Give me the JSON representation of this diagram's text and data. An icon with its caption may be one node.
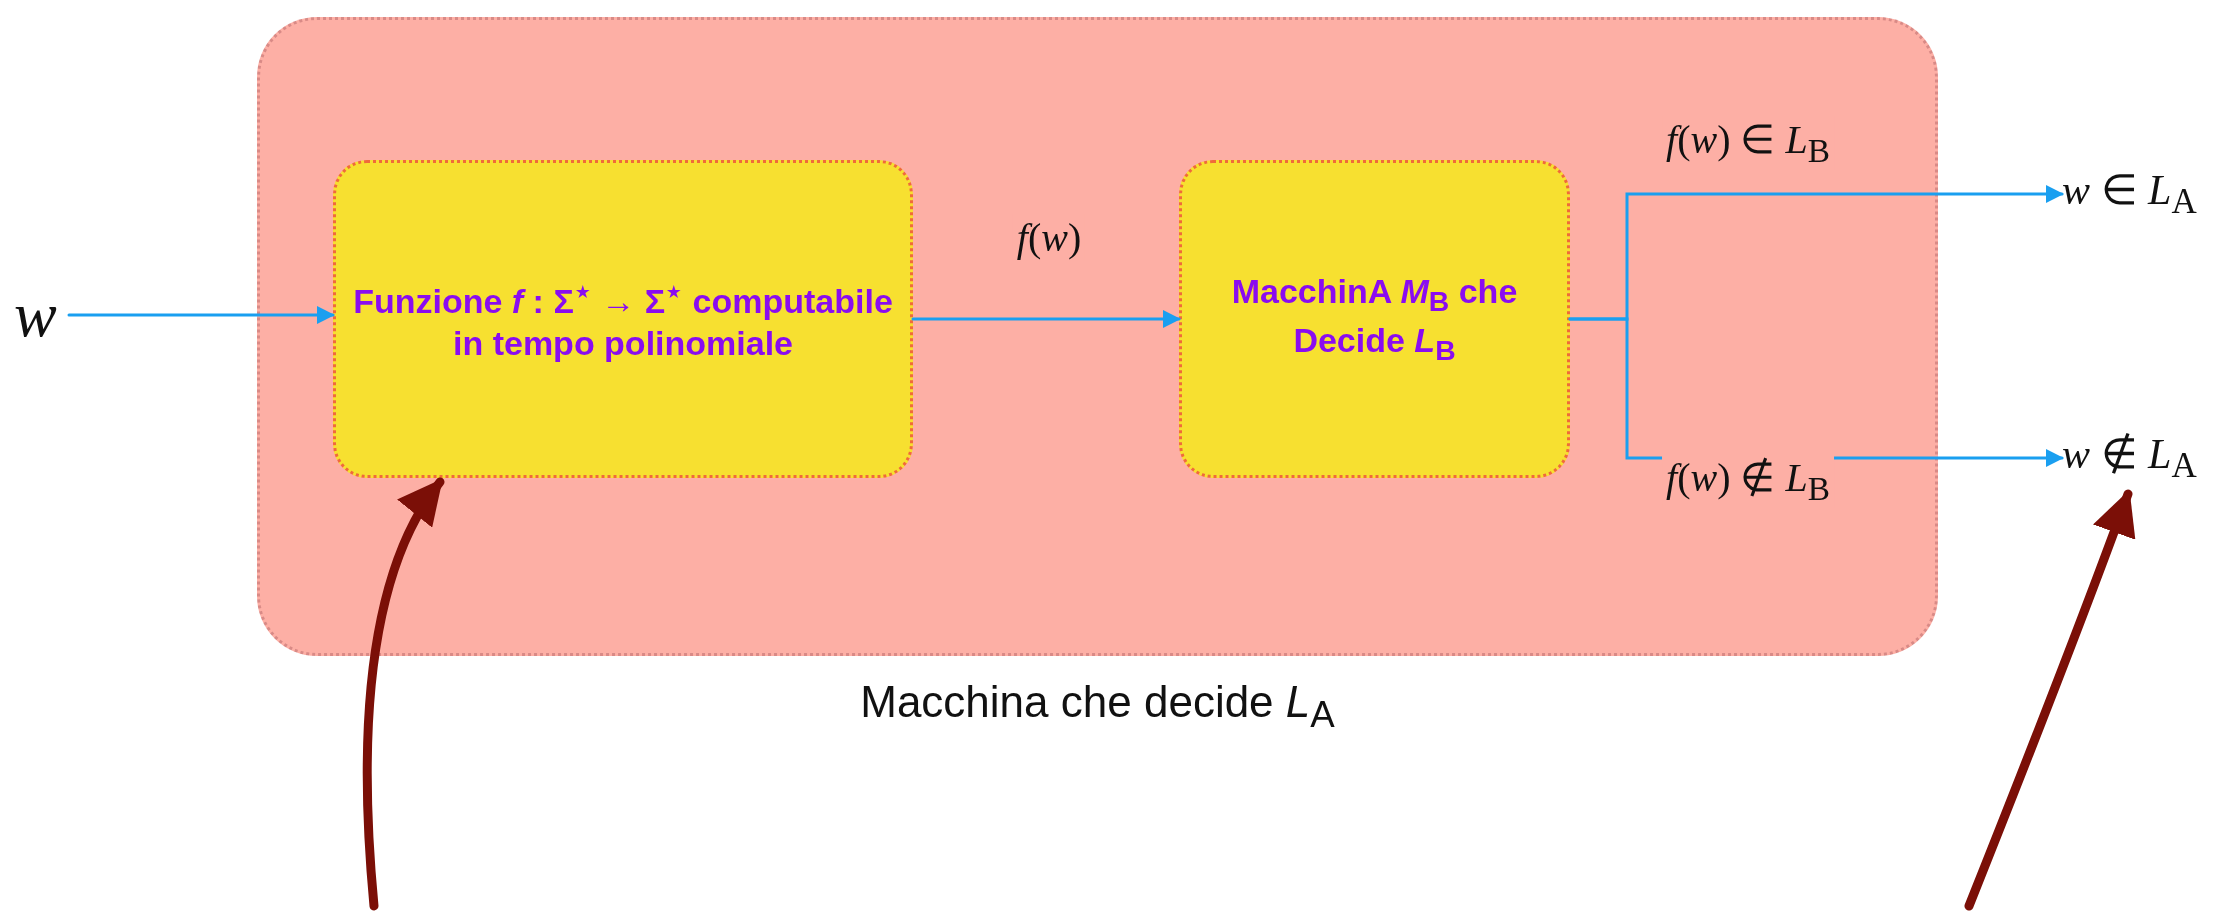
{
  "diagram": {
    "nodes": [
      {
        "text": [
          "Macchina che decide *L*$_{A}$"
        ]
      },
      {
        "text": [
          "w"
        ]
      },
      {
        "text": [
          "Funzione *f* : Σ$^{⋆}$ → Σ$^{⋆}$ computabile in tempo polinomiale"
        ],
        "in": 0
      },
      {
        "text": [
          "MacchinA *M*$_{B}$ che Decide *L*$_{B}$"
        ],
        "in": 0
      },
      {
        "text": [
          "*w* ∈ *L*$_{A}$"
        ]
      },
      {
        "text": [
          "*w* ∉ *L*$_{A}$"
        ]
      }
    ],
    "edges": [
      {
        "from": 1,
        "to": 2,
        "arrow": "to"
      },
      {
        "from": 2,
        "to": 3,
        "arrow": "to",
        "label": "*f*(*w*)"
      },
      {
        "from": 3,
        "to": 4,
        "arrow": "to",
        "label": "*f*(*w*) ∈ *L*$_{B}$"
      },
      {
        "from": 3,
        "to": 5,
        "arrow": "to",
        "label": "*f*(*w*) ∉ *L*$_{B}$"
      },
      {
        "from": null,
        "to": 2,
        "arrow": "to",
        "style": "thick",
        "color": "#7b0f07"
      },
      {
        "from": null,
        "to": 5,
        "arrow": "to",
        "style": "thick",
        "color": "#7b0f07"
      }
    ]
  }
}
